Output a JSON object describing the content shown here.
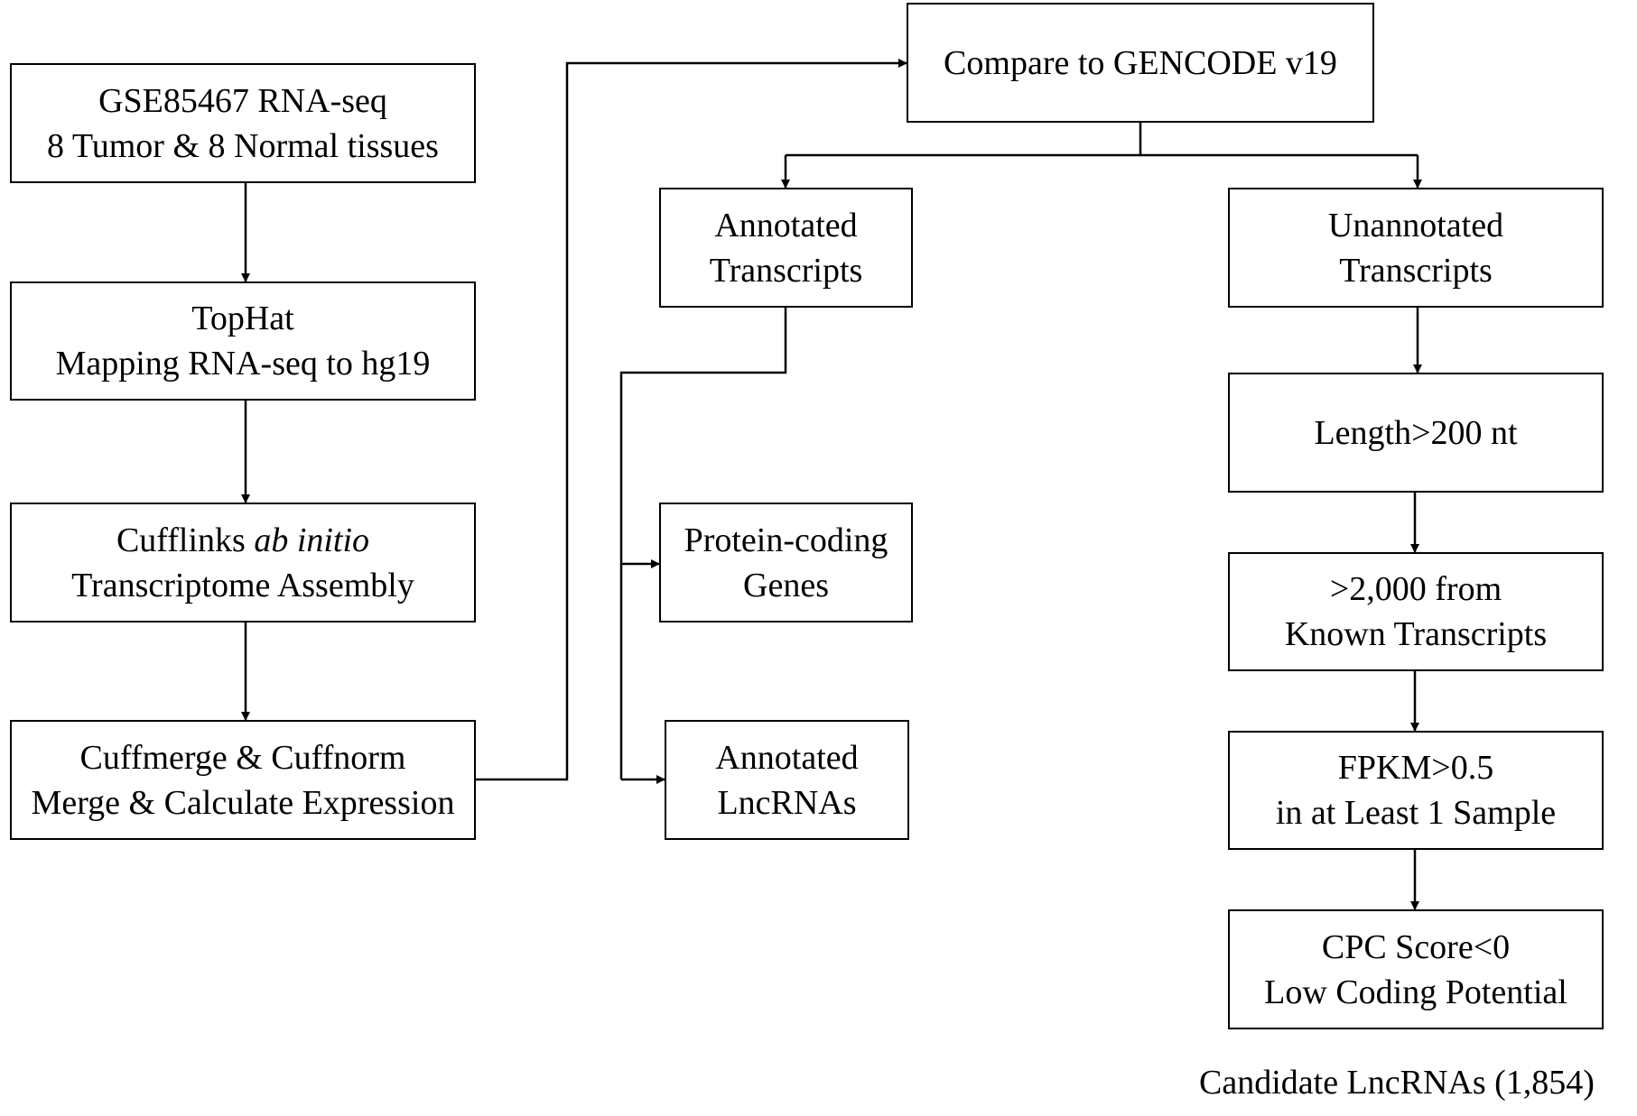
{
  "left_column": {
    "gse": {
      "line1": "GSE85467 RNA-seq",
      "line2": "8 Tumor & 8 Normal tissues"
    },
    "tophat": {
      "line1": "TopHat",
      "line2": "Mapping RNA-seq to hg19"
    },
    "cufflinks": {
      "line1_plain": "Cufflinks",
      "line1_italic": "ab initio",
      "line2": "Transcriptome Assembly"
    },
    "cuffmerge": {
      "line1": "Cuffmerge & Cuffnorm",
      "line2": "Merge & Calculate Expression"
    }
  },
  "compare": {
    "label": "Compare to GENCODE v19"
  },
  "annotated_branch": {
    "annotated_transcripts": {
      "line1": "Annotated",
      "line2": "Transcripts"
    },
    "protein_coding": {
      "line1": "Protein-coding",
      "line2": "Genes"
    },
    "annotated_lncrnas": {
      "line1": "Annotated",
      "line2": "LncRNAs"
    }
  },
  "unannotated_branch": {
    "unannotated_transcripts": {
      "line1": "Unannotated",
      "line2": "Transcripts"
    },
    "length": {
      "line1": "Length>200 nt"
    },
    "distance": {
      "line1": ">2,000 from",
      "line2": "Known Transcripts"
    },
    "fpkm": {
      "line1": "FPKM>0.5",
      "line2": "in at Least 1 Sample"
    },
    "cpc": {
      "line1": "CPC Score<0",
      "line2": "Low Coding Potential"
    }
  },
  "result": {
    "label": "Candidate LncRNAs (1,854)"
  }
}
